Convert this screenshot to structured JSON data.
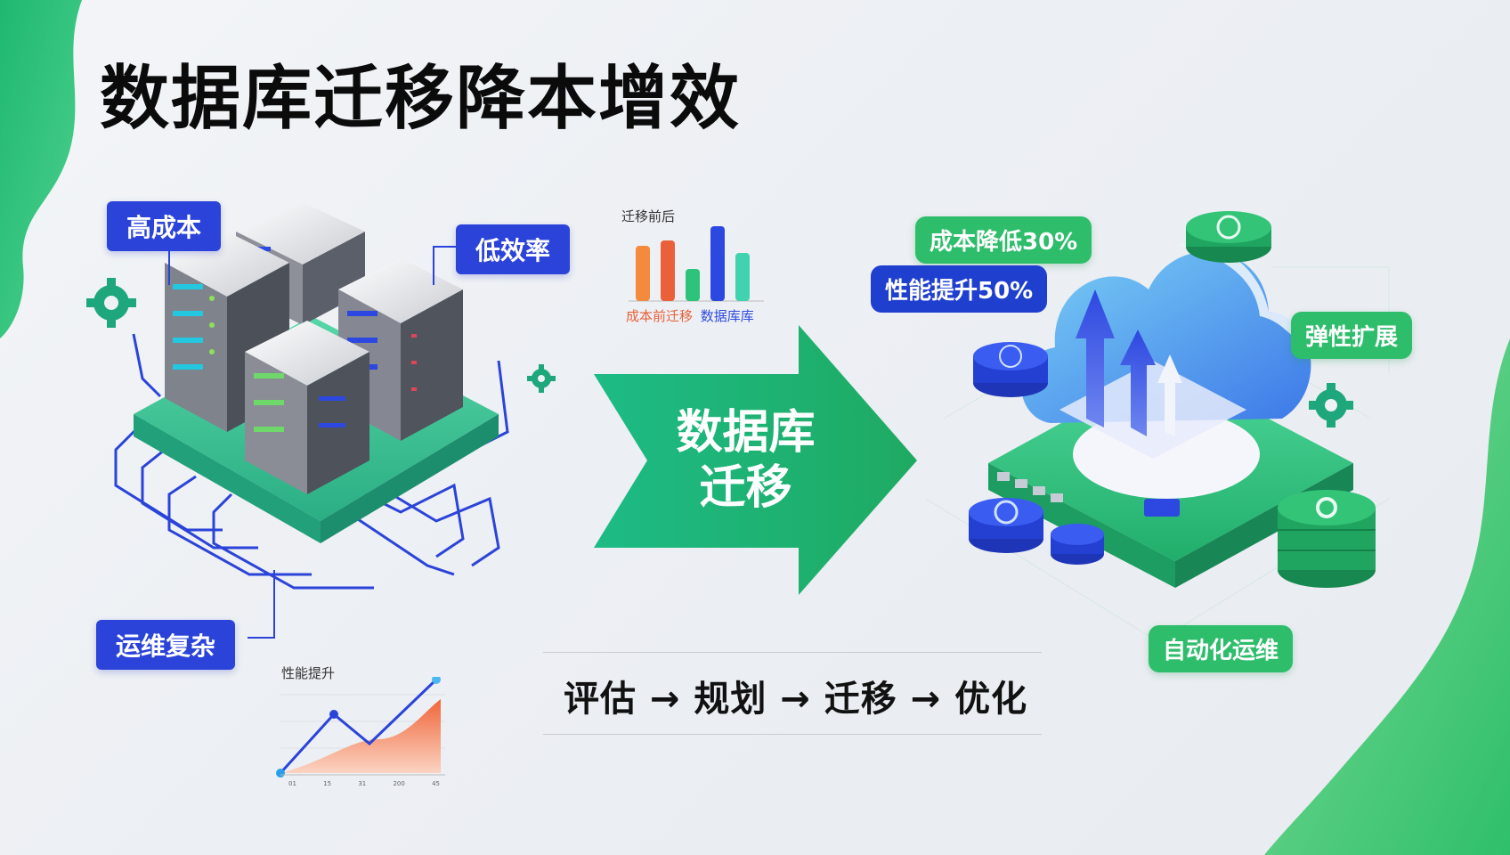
{
  "title": "数据库迁移降本增效",
  "labels": {
    "high_cost": "高成本",
    "low_efficiency": "低效率",
    "complex_ops": "运维复杂",
    "cost_reduce": "成本降低30%",
    "perf_improve": "性能提升50%",
    "elastic_scale": "弹性扩展",
    "auto_ops": "自动化运维"
  },
  "arrow": {
    "line1": "数据库",
    "line2": "迁移"
  },
  "process": "评估 → 规划 → 迁移 → 优化",
  "bar_chart": {
    "title": "迁移前后",
    "caption_a": "成本前迁移",
    "caption_b": "数据库库",
    "colors": [
      "#f48a3d",
      "#e9603a",
      "#2ec37a",
      "#2d48e0",
      "#41d3b0"
    ]
  },
  "line_chart": {
    "title": "性能提升",
    "ticks": [
      "01",
      "15",
      "31",
      "200",
      "45"
    ]
  },
  "colors": {
    "accent_green": "#22b878",
    "accent_blue": "#2b43d9",
    "server_base": "#34c191"
  }
}
